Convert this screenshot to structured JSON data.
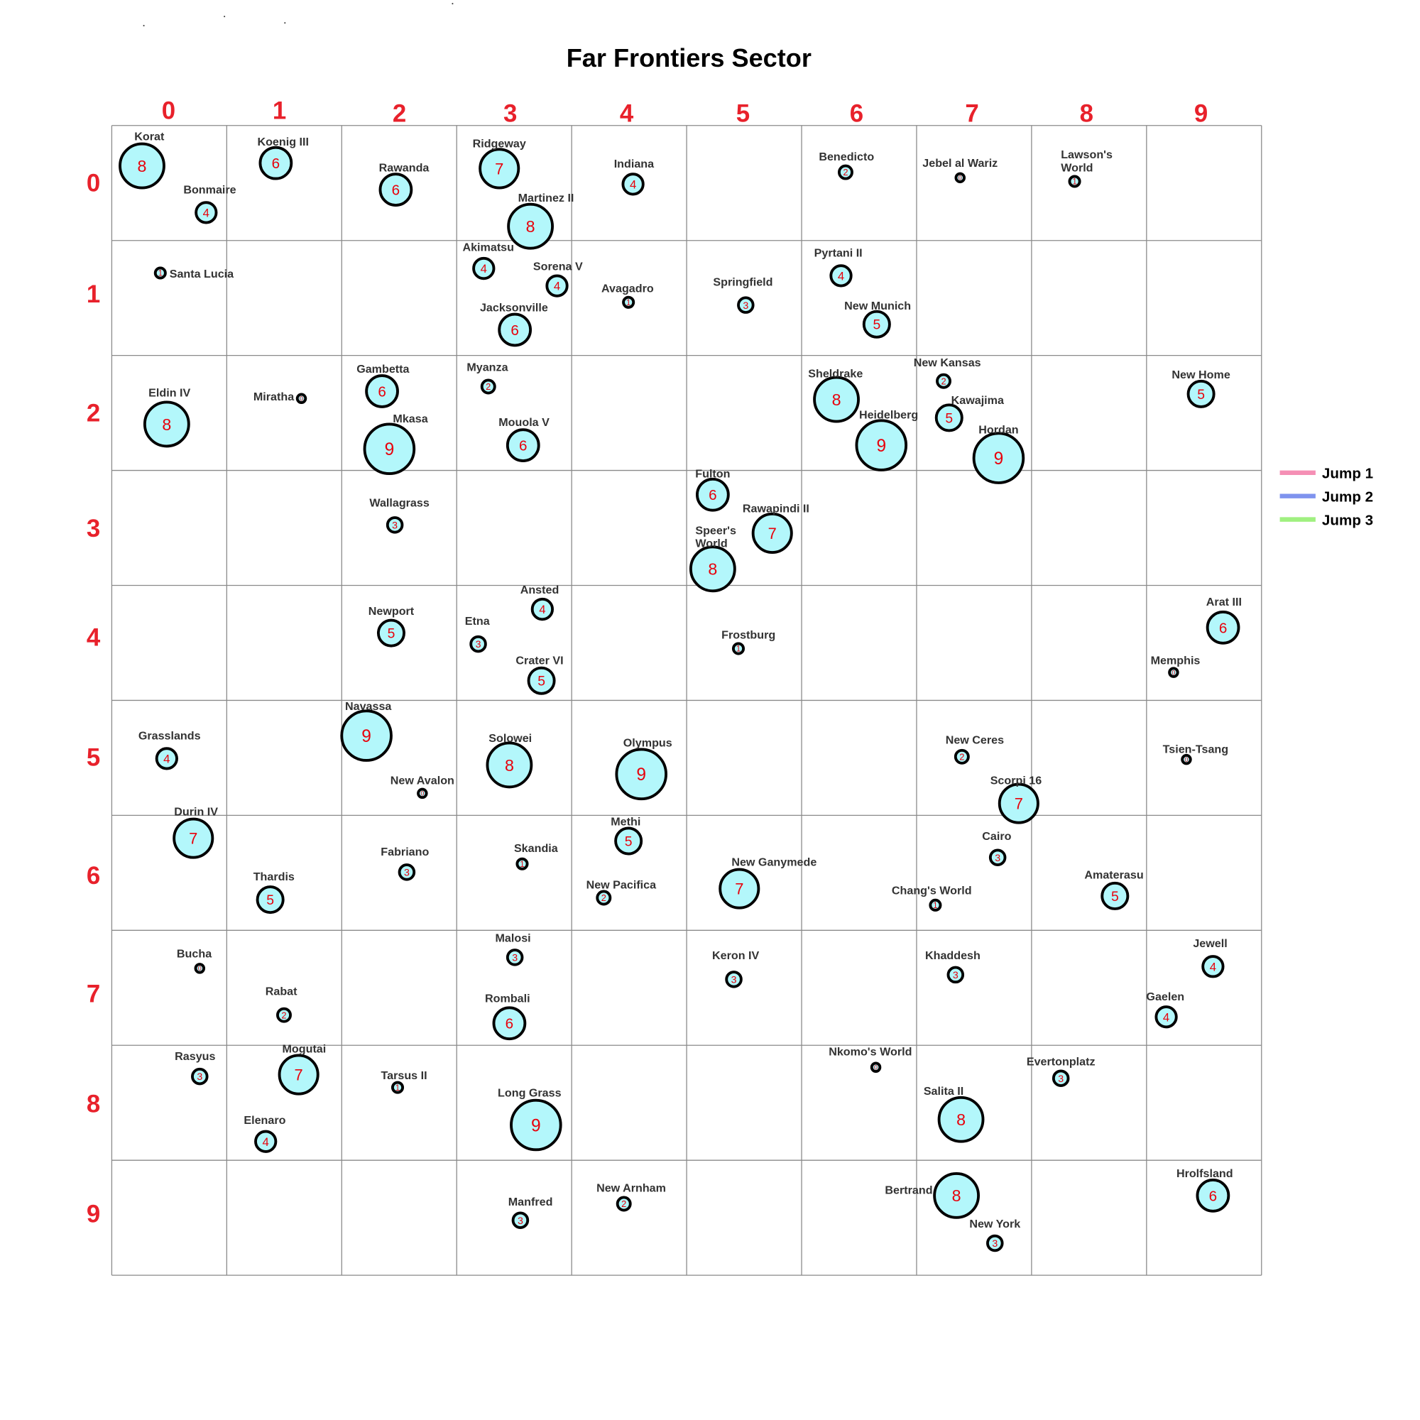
{
  "title": "Far Frontiers Sector",
  "columns": [
    "0",
    "1",
    "2",
    "3",
    "4",
    "5",
    "6",
    "7",
    "8",
    "9"
  ],
  "rows": [
    "0",
    "1",
    "2",
    "3",
    "4",
    "5",
    "6",
    "7",
    "8",
    "9"
  ],
  "legend": [
    {
      "label": "Jump 1",
      "color": "#f58fb5"
    },
    {
      "label": "Jump 2",
      "color": "#7f93ee"
    },
    {
      "label": "Jump 3",
      "color": "#a0f080"
    }
  ],
  "colors": {
    "world_fill": "#b3f7fb",
    "world_stroke": "#000000",
    "size_text": "#e8000b",
    "axis_text": "#e8212b"
  },
  "worlds": [
    {
      "name": "Korat",
      "size": 8,
      "col": 0,
      "row": 0
    },
    {
      "name": "Bonmaire",
      "size": 4,
      "col": 0,
      "row": 0
    },
    {
      "name": "Koenig III",
      "size": 6,
      "col": 1,
      "row": 0
    },
    {
      "name": "Rawanda",
      "size": 6,
      "col": 2,
      "row": 0
    },
    {
      "name": "Ridgeway",
      "size": 7,
      "col": 3,
      "row": 0
    },
    {
      "name": "Martinez II",
      "size": 8,
      "col": 3,
      "row": 0
    },
    {
      "name": "Indiana",
      "size": 4,
      "col": 4,
      "row": 0
    },
    {
      "name": "Benedicto",
      "size": 2,
      "col": 6,
      "row": 0
    },
    {
      "name": "Jebel al Wariz",
      "size": 0,
      "col": 7,
      "row": 0
    },
    {
      "name": "Lawson's World",
      "size": 1,
      "col": 8,
      "row": 0
    },
    {
      "name": "Santa Lucia",
      "size": 1,
      "col": 0,
      "row": 1
    },
    {
      "name": "Akimatsu",
      "size": 4,
      "col": 3,
      "row": 1
    },
    {
      "name": "Sorena V",
      "size": 4,
      "col": 3,
      "row": 1
    },
    {
      "name": "Avagadro",
      "size": 1,
      "col": 4,
      "row": 1
    },
    {
      "name": "Springfield",
      "size": 3,
      "col": 5,
      "row": 1
    },
    {
      "name": "Pyrtani II",
      "size": 4,
      "col": 6,
      "row": 1
    },
    {
      "name": "Jacksonville",
      "size": 6,
      "col": 3,
      "row": 1
    },
    {
      "name": "New Munich",
      "size": 5,
      "col": 6,
      "row": 1
    },
    {
      "name": "Eldin IV",
      "size": 8,
      "col": 0,
      "row": 2
    },
    {
      "name": "Miratha",
      "size": 0,
      "col": 1,
      "row": 2
    },
    {
      "name": "Gambetta",
      "size": 6,
      "col": 2,
      "row": 2
    },
    {
      "name": "Myanza",
      "size": 2,
      "col": 3,
      "row": 2
    },
    {
      "name": "Mkasa",
      "size": 9,
      "col": 2,
      "row": 2
    },
    {
      "name": "Mouola V",
      "size": 6,
      "col": 3,
      "row": 2
    },
    {
      "name": "Sheldrake",
      "size": 8,
      "col": 6,
      "row": 2
    },
    {
      "name": "New Kansas",
      "size": 2,
      "col": 7,
      "row": 2
    },
    {
      "name": "Kawajima",
      "size": 5,
      "col": 7,
      "row": 2
    },
    {
      "name": "Heidelberg",
      "size": 9,
      "col": 6,
      "row": 2
    },
    {
      "name": "Hordan",
      "size": 9,
      "col": 7,
      "row": 2
    },
    {
      "name": "New Home",
      "size": 5,
      "col": 9,
      "row": 2
    },
    {
      "name": "Fulton",
      "size": 6,
      "col": 5,
      "row": 3
    },
    {
      "name": "Wallagrass",
      "size": 3,
      "col": 2,
      "row": 3
    },
    {
      "name": "Rawapindi II",
      "size": 7,
      "col": 5,
      "row": 3
    },
    {
      "name": "Speer's World",
      "size": 8,
      "col": 5,
      "row": 3
    },
    {
      "name": "Ansted",
      "size": 4,
      "col": 3,
      "row": 4
    },
    {
      "name": "Newport",
      "size": 5,
      "col": 2,
      "row": 4
    },
    {
      "name": "Etna",
      "size": 3,
      "col": 3,
      "row": 4
    },
    {
      "name": "Frostburg",
      "size": 1,
      "col": 5,
      "row": 4
    },
    {
      "name": "Arat III",
      "size": 6,
      "col": 9,
      "row": 4
    },
    {
      "name": "Memphis",
      "size": 0,
      "col": 9,
      "row": 4
    },
    {
      "name": "Crater VI",
      "size": 5,
      "col": 3,
      "row": 4
    },
    {
      "name": "Navassa",
      "size": 9,
      "col": 2,
      "row": 5
    },
    {
      "name": "Grasslands",
      "size": 4,
      "col": 0,
      "row": 5
    },
    {
      "name": "Solowei",
      "size": 8,
      "col": 3,
      "row": 5
    },
    {
      "name": "Olympus",
      "size": 9,
      "col": 4,
      "row": 5
    },
    {
      "name": "New Ceres",
      "size": 2,
      "col": 7,
      "row": 5
    },
    {
      "name": "Tsien-Tsang",
      "size": 0,
      "col": 9,
      "row": 5
    },
    {
      "name": "New Avalon",
      "size": 0,
      "col": 2,
      "row": 5
    },
    {
      "name": "Scorpi 16",
      "size": 7,
      "col": 7,
      "row": 5
    },
    {
      "name": "Durin IV",
      "size": 7,
      "col": 0,
      "row": 6
    },
    {
      "name": "Methi",
      "size": 5,
      "col": 4,
      "row": 6
    },
    {
      "name": "Cairo",
      "size": 3,
      "col": 7,
      "row": 6
    },
    {
      "name": "Skandia",
      "size": 1,
      "col": 3,
      "row": 6
    },
    {
      "name": "Fabriano",
      "size": 3,
      "col": 2,
      "row": 6
    },
    {
      "name": "New Ganymede",
      "size": 7,
      "col": 5,
      "row": 6
    },
    {
      "name": "Amaterasu",
      "size": 5,
      "col": 8,
      "row": 6
    },
    {
      "name": "Thardis",
      "size": 5,
      "col": 1,
      "row": 6
    },
    {
      "name": "New Pacifica",
      "size": 2,
      "col": 4,
      "row": 6
    },
    {
      "name": "Chang's World",
      "size": 1,
      "col": 7,
      "row": 6
    },
    {
      "name": "Malosi",
      "size": 3,
      "col": 3,
      "row": 7
    },
    {
      "name": "Bucha",
      "size": 0,
      "col": 0,
      "row": 7
    },
    {
      "name": "Jewell",
      "size": 4,
      "col": 9,
      "row": 7
    },
    {
      "name": "Keron IV",
      "size": 3,
      "col": 5,
      "row": 7
    },
    {
      "name": "Khaddesh",
      "size": 3,
      "col": 7,
      "row": 7
    },
    {
      "name": "Rabat",
      "size": 2,
      "col": 1,
      "row": 7
    },
    {
      "name": "Gaelen",
      "size": 4,
      "col": 9,
      "row": 7
    },
    {
      "name": "Rombali",
      "size": 6,
      "col": 3,
      "row": 7
    },
    {
      "name": "Nkomo's World",
      "size": 0,
      "col": 6,
      "row": 8
    },
    {
      "name": "Mogutai",
      "size": 7,
      "col": 1,
      "row": 8
    },
    {
      "name": "Rasyus",
      "size": 3,
      "col": 0,
      "row": 8
    },
    {
      "name": "Tarsus II",
      "size": 1,
      "col": 2,
      "row": 8
    },
    {
      "name": "Evertonplatz",
      "size": 3,
      "col": 8,
      "row": 8
    },
    {
      "name": "Long Grass",
      "size": 9,
      "col": 3,
      "row": 8
    },
    {
      "name": "Salita II",
      "size": 8,
      "col": 7,
      "row": 8
    },
    {
      "name": "Elenaro",
      "size": 4,
      "col": 1,
      "row": 8
    },
    {
      "name": "Bertrand",
      "size": 8,
      "col": 7,
      "row": 9
    },
    {
      "name": "New Arnham",
      "size": 2,
      "col": 4,
      "row": 9
    },
    {
      "name": "Manfred",
      "size": 3,
      "col": 3,
      "row": 9
    },
    {
      "name": "Hrolfsland",
      "size": 6,
      "col": 9,
      "row": 9
    },
    {
      "name": "New York",
      "size": 3,
      "col": 7,
      "row": 9
    }
  ]
}
